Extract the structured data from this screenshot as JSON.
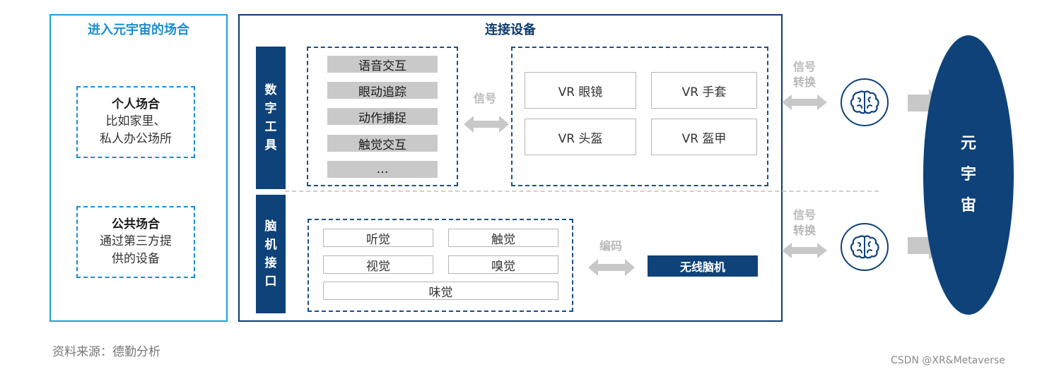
{
  "left": {
    "title": "进入元宇宙的场合",
    "personal_title": "个人场合",
    "personal_desc_1": "比如家里、",
    "personal_desc_2": "私人办公场所",
    "public_title": "公共场合",
    "public_desc_1": "通过第三方提",
    "public_desc_2": "供的设备"
  },
  "main": {
    "title": "连接设备",
    "digital_tools_label": [
      "数",
      "字",
      "工",
      "具"
    ],
    "digital_items": [
      "语音交互",
      "眼动追踪",
      "动作捕捉",
      "触觉交互",
      "…"
    ],
    "signal_label": "信号",
    "vr_devices": [
      "VR 眼镜",
      "VR 手套",
      "VR 头盔",
      "VR 盔甲"
    ],
    "bci_label": [
      "脑",
      "机",
      "接",
      "口"
    ],
    "senses": [
      "听觉",
      "触觉",
      "视觉",
      "嗅觉",
      "味觉"
    ],
    "encode_label": "编码",
    "wireless_bci": "无线脑机"
  },
  "right": {
    "convert_top_1": "信号",
    "convert_top_2": "转换",
    "convert_bottom_1": "信号",
    "convert_bottom_2": "转换",
    "brain_icon": "brain-icon",
    "metaverse": [
      "元",
      "宇",
      "宙"
    ]
  },
  "footer": {
    "source": "资料来源：德勤分析",
    "watermark": "CSDN @XR&Metaverse"
  },
  "colors": {
    "navy": "#0e4279",
    "cyan": "#1aa3d9",
    "gray_item": "#c9c9c9",
    "arrow_gray": "#c8c8c8"
  }
}
